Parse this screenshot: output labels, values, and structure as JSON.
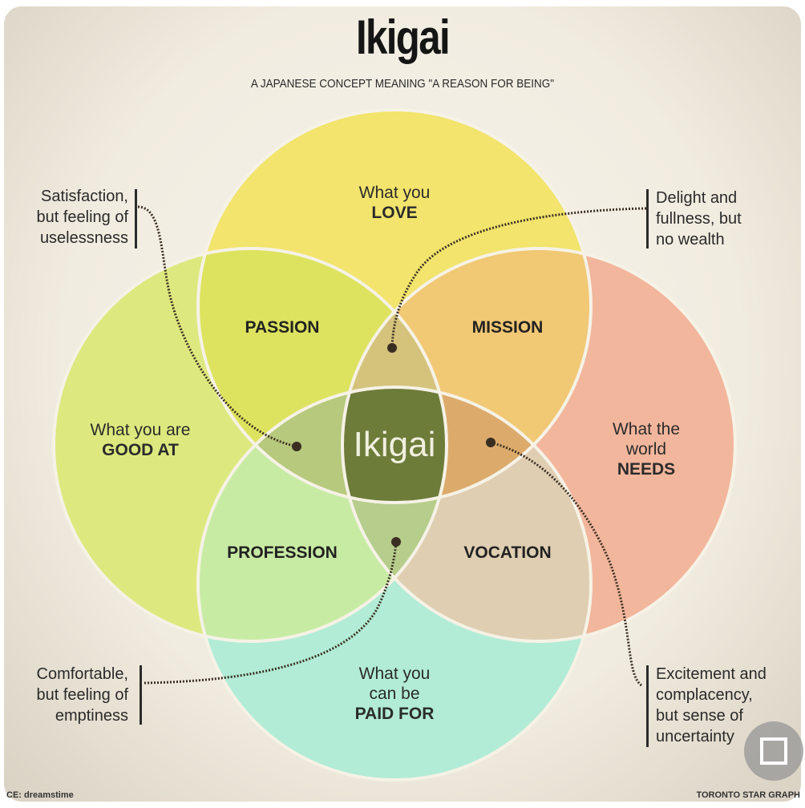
{
  "title": "Ikigai",
  "subtitle": "A JAPANESE CONCEPT MEANING \"A REASON FOR BEING\"",
  "circles": {
    "love": {
      "line1": "What you",
      "line2": "LOVE",
      "color": "#f2e46c"
    },
    "good_at": {
      "line1": "What you are",
      "line2": "GOOD AT",
      "color": "#dde97e"
    },
    "needs": {
      "line1": "What the",
      "line1b": "world",
      "line2": "NEEDS",
      "color": "#f2b69c"
    },
    "paid_for": {
      "line1": "What you",
      "line1b": "can be",
      "line2": "PAID FOR",
      "color": "#b2ecd6"
    }
  },
  "regions": {
    "passion": "PASSION",
    "mission": "MISSION",
    "profession": "PROFESSION",
    "vocation": "VOCATION",
    "center": "Ikigai"
  },
  "region_colors": {
    "passion": "#dde35e",
    "mission": "#f1c874",
    "profession": "#c8eba4",
    "vocation": "#dfceb2",
    "top_lens": "#d5c37c",
    "left_lens": "#b7c97c",
    "right_lens": "#dcab6c",
    "bottom_lens": "#b6cd8c",
    "center": "#6e7c3a"
  },
  "notes": {
    "top_left": [
      "Satisfaction,",
      "but feeling of",
      "uselessness"
    ],
    "top_right": [
      "Delight and",
      "fullness, but",
      "no wealth"
    ],
    "bottom_left": [
      "Comfortable,",
      "but feeling of",
      "emptiness"
    ],
    "bottom_right": [
      "Excitement and",
      "complacency,",
      "but sense of",
      "uncertainty"
    ]
  },
  "footer": {
    "source": "CE: dreamstime",
    "credit": "TORONTO STAR GRAPH"
  },
  "overlay": {
    "icon": "expand-icon"
  }
}
